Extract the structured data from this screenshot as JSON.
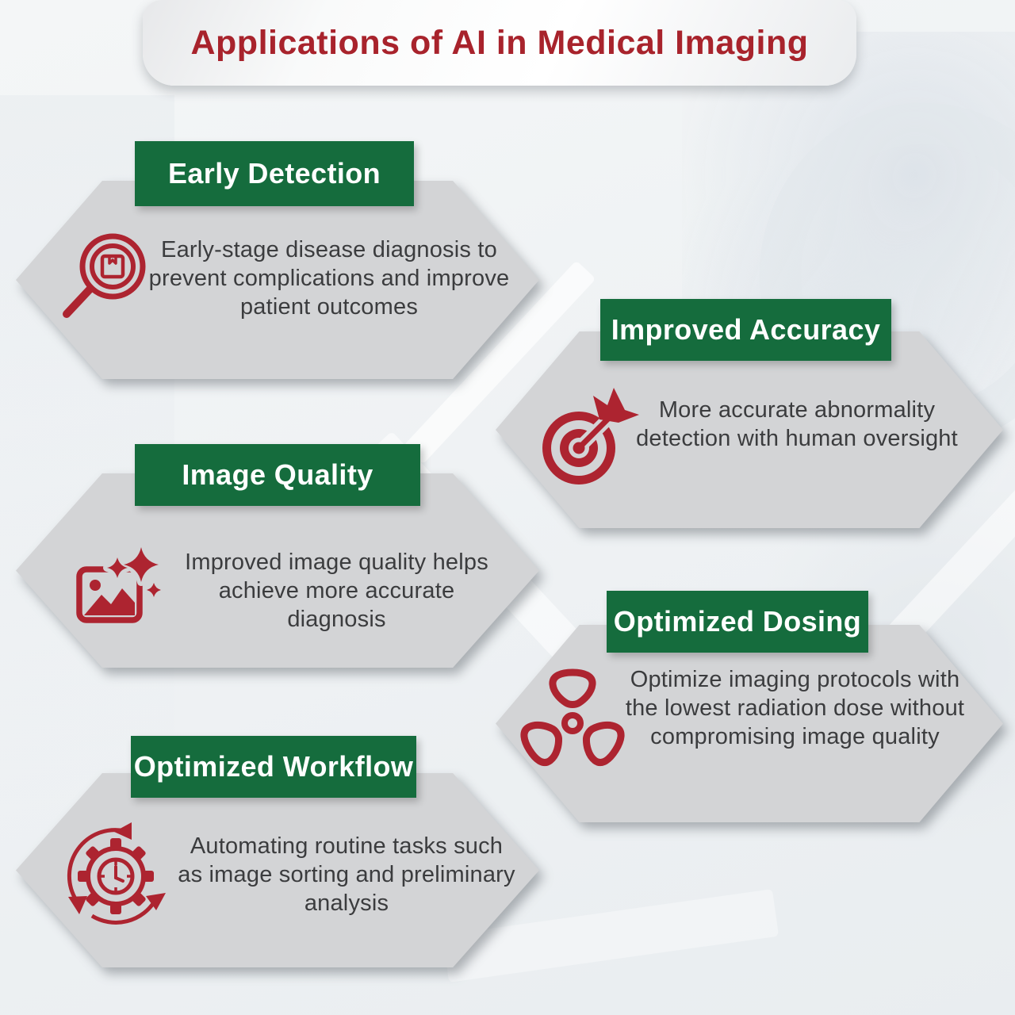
{
  "title": "Applications of AI in Medical Imaging",
  "theme": {
    "accent_red": "#a8232c",
    "icon_red": "#ad2430",
    "header_green": "#156c3d",
    "hexagon_gray": "#d3d4d6",
    "body_text_color": "#3b3c3e"
  },
  "sections": [
    {
      "heading": "Early Detection",
      "body": "Early-stage disease diagnosis to prevent complications and improve patient outcomes",
      "icon": "magnifier-package-icon"
    },
    {
      "heading": "Improved Accuracy",
      "body": "More accurate abnormality detection with human oversight",
      "icon": "target-dart-icon"
    },
    {
      "heading": "Image Quality",
      "body": "Improved image quality helps achieve more accurate diagnosis",
      "icon": "image-sparkles-icon"
    },
    {
      "heading": "Optimized Dosing",
      "body": "Optimize imaging protocols with the lowest radiation dose without compromising image quality",
      "icon": "radiation-icon"
    },
    {
      "heading": "Optimized Workflow",
      "body": "Automating routine tasks such as image sorting and preliminary analysis",
      "icon": "workflow-cycle-icon"
    }
  ]
}
